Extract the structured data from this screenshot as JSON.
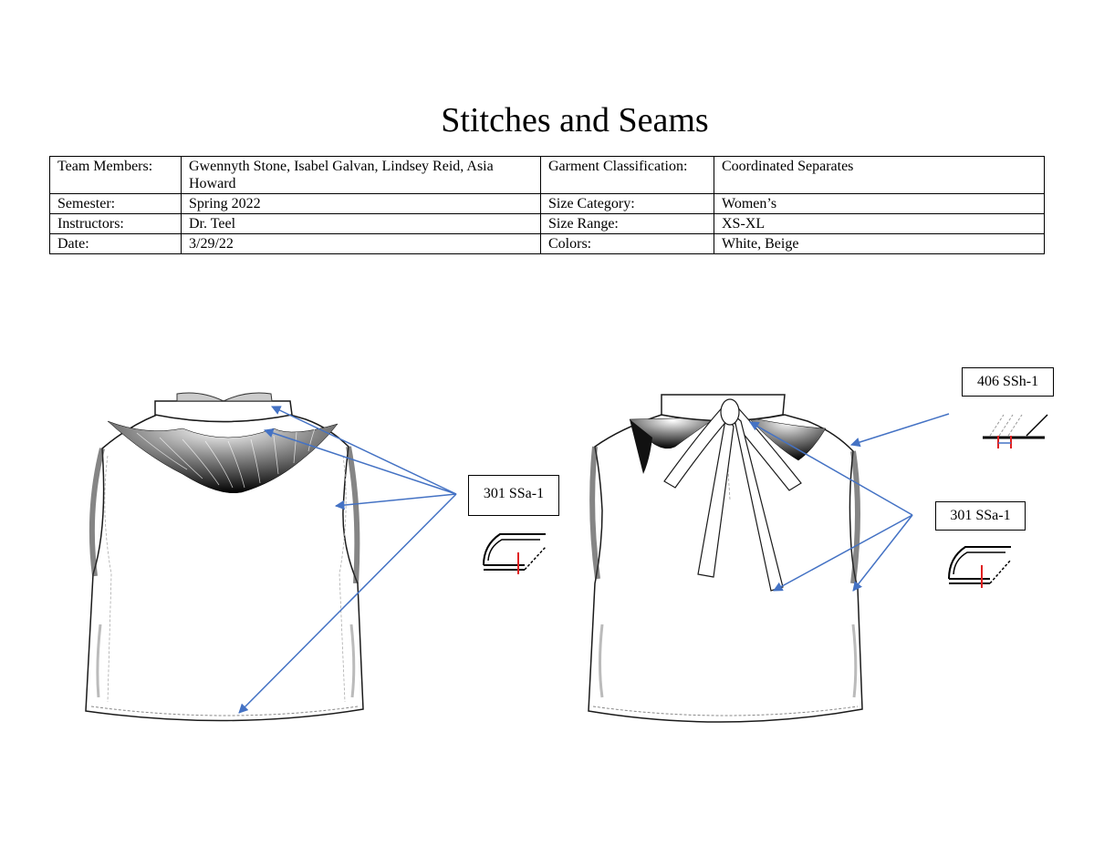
{
  "title": "Stitches and Seams",
  "info_table": [
    [
      "Team Members:",
      "Gwennyth Stone, Isabel Galvan, Lindsey Reid, Asia Howard",
      "Garment Classification:",
      "Coordinated Separates"
    ],
    [
      "Semester:",
      "Spring 2022",
      "Size Category:",
      "Women’s"
    ],
    [
      "Instructors:",
      "Dr. Teel",
      "Size Range:",
      "XS-XL"
    ],
    [
      "Date:",
      "3/29/22",
      "Colors:",
      "White, Beige"
    ]
  ],
  "callouts": {
    "front_stitch": "301 SSa-1",
    "back_stitch_top": "406 SSh-1",
    "back_stitch_side": "301 SSa-1"
  },
  "colors": {
    "arrow": "#4472c4",
    "stitch_mark": "#e02020",
    "garment_outline": "#1a1a1a",
    "feather_dark": "#000000"
  }
}
